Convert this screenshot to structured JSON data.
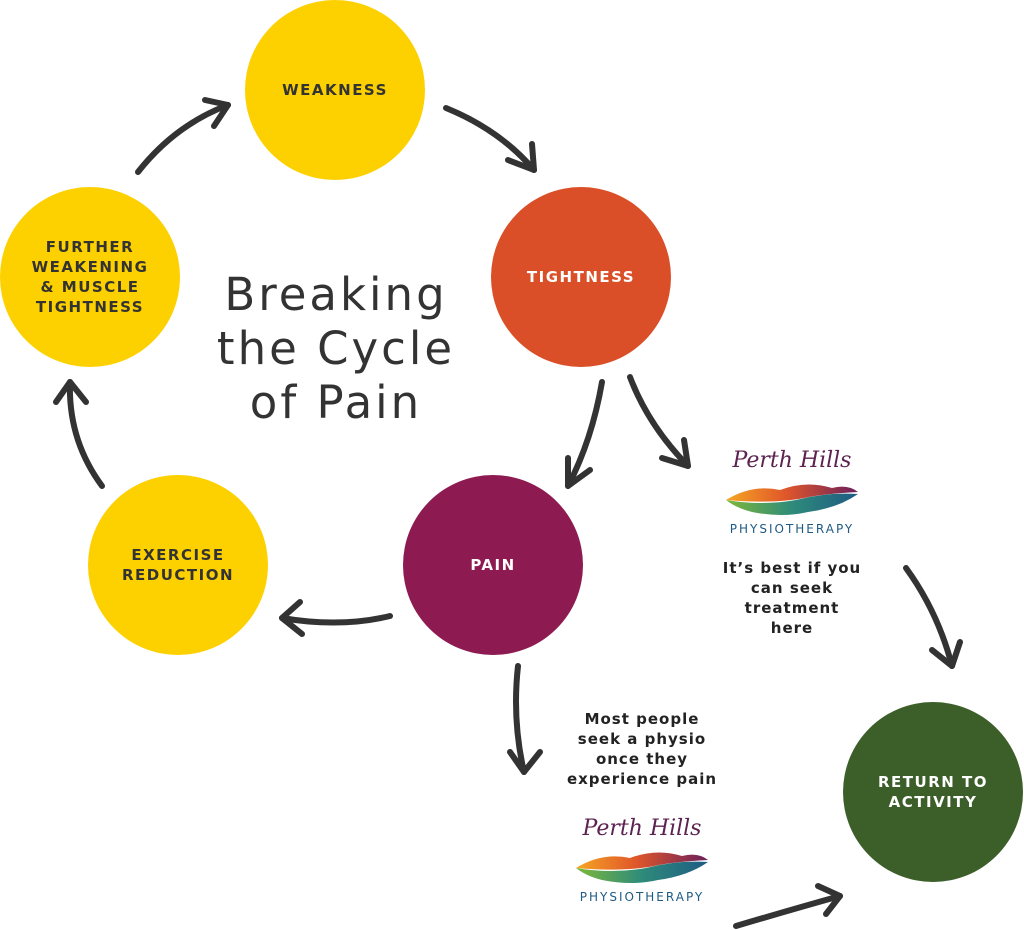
{
  "diagram": {
    "title": "Breaking\nthe Cycle\nof Pain",
    "nodes": {
      "weakness": "WEAKNESS",
      "tightness": "TIGHTNESS",
      "pain": "PAIN",
      "exercise_reduction": "EXERCISE\nREDUCTION",
      "further_weakening": "FURTHER\nWEAKENING\n& MUSCLE\nTIGHTNESS",
      "return_to_activity": "RETURN TO\nACTIVITY"
    },
    "notes": {
      "best_treatment": "It’s best if you\ncan seek\ntreatment\nhere",
      "most_people": "Most people\nseek a physio\nonce they\nexperience pain"
    },
    "logo": {
      "name": "Perth Hills",
      "subtitle": "PHYSIOTHERAPY",
      "icon": "leaf-logo-icon"
    },
    "colors": {
      "yellow": "#FDD000",
      "orange": "#DA4F27",
      "maroon": "#8D1B51",
      "green": "#3C5F2A",
      "arrow": "#333333"
    }
  }
}
